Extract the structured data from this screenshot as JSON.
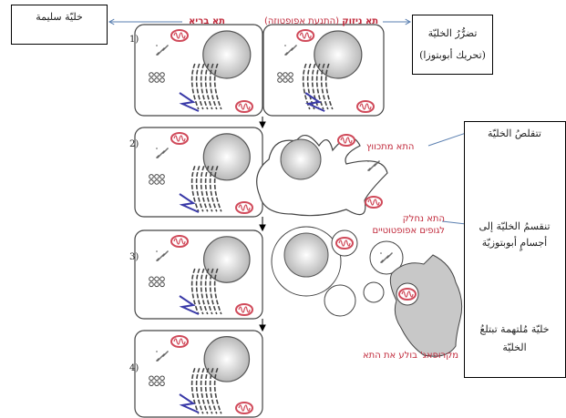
{
  "labels": {
    "healthy_cell_he": "תא בריא",
    "damaged_cell_he": "תא ניזוק",
    "damaged_cell_note_he": "(התנעת אפופטוזה)",
    "shrinking_he": "התא מתכווץ",
    "fragmenting_he_1": "התא נחלק",
    "fragmenting_he_2": "לגופים אפופטוטיים",
    "macrophage_he": "מקרופאג' בולע את התא"
  },
  "boxes": {
    "healthy_cell_ar": "خليّة سليمة",
    "damage_ar": "تضرُّرُ الخليّة",
    "damage_note_ar": "(تحريك أبوبتوزا)",
    "shrink_ar": "تتقلصُ الخليّة",
    "fragment_ar": "تنقسمُ الخليّة إلى أجسامٍ أبوبتوزيّة",
    "engulf_ar": "خليّة مُلتهمة تبتلعُ الخليّة"
  },
  "steps": [
    "1)",
    "2)",
    "3)",
    "4)"
  ],
  "colors": {
    "label": "#c0283a",
    "arrow": "#5a7fb0",
    "mito": "#d04a5a",
    "er": "#3a3aa8"
  }
}
